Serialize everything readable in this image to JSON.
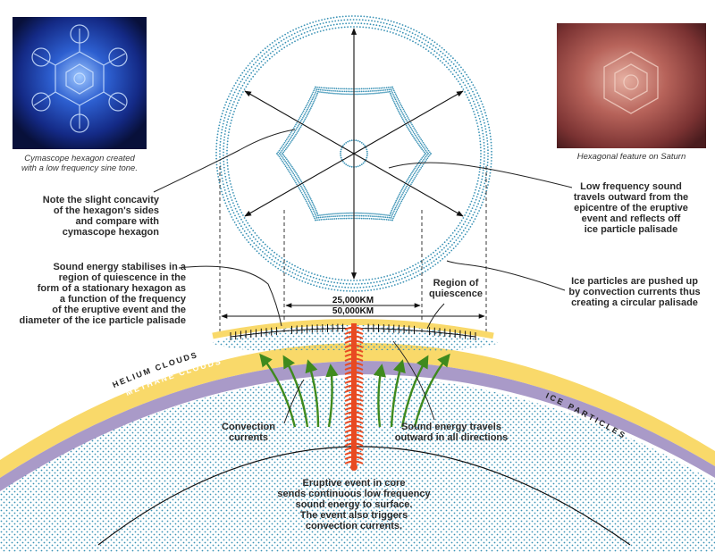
{
  "photos": {
    "cymascope_caption": [
      "Cymascope hexagon created",
      "with a low frequency sine tone."
    ],
    "saturn_caption": [
      "Hexagonal feature on Saturn"
    ]
  },
  "labels": {
    "concavity": [
      "Note the slight concavity",
      "of the hexagon's sides",
      "and compare with",
      "cymascope hexagon"
    ],
    "low_freq_sound": [
      "Low frequency sound",
      "travels outward from the",
      "epicentre of the eruptive",
      "event and reflects off",
      "ice particle palisade"
    ],
    "sound_energy_stabilises": [
      "Sound energy stabilises in a",
      "region of quiescence in the",
      "form of a stationary hexagon as",
      "a function of the frequency",
      "of the eruptive event and the",
      "diameter of the ice particle palisade"
    ],
    "ice_pushed_up": [
      "Ice particles are pushed up",
      "by convection currents thus",
      "creating a circular palisade"
    ],
    "region_quiescence": [
      "Region of",
      "quiescence"
    ],
    "convection": [
      "Convection",
      "currents"
    ],
    "sound_travels": [
      "Sound energy travels",
      "outward in all directions"
    ],
    "eruptive": [
      "Eruptive event in core",
      "sends continuous low frequency",
      "sound energy to surface.",
      "The event also triggers",
      "convection currents."
    ]
  },
  "dimensions": {
    "inner": "25,000KM",
    "outer": "50,000KM"
  },
  "layers": {
    "helium": "HELIUM CLOUDS",
    "methane": "METHANE CLOUDS",
    "ice": "ICE PARTICLES"
  },
  "colors": {
    "helium": "#f9d96a",
    "methane": "#a99ac8",
    "ice_dots": "#3a92b5",
    "eruption": "#e84a22",
    "convection": "#3f8a1e",
    "photo_left": "#101c52",
    "photo_right": "#6b2b2c"
  }
}
